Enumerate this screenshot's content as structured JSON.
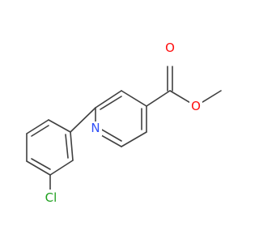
{
  "molecule": {
    "atoms": {
      "nitrogen": {
        "label": "N",
        "color": "#3050f8"
      },
      "ester_carbonyl_oxygen": {
        "label": "O",
        "color": "#ff0d0d"
      },
      "ester_ether_oxygen": {
        "label": "O",
        "color": "#ff0d0d"
      },
      "chlorine": {
        "label": "Cl",
        "color": "#1fa01f"
      }
    },
    "bond_color": "#404040"
  }
}
